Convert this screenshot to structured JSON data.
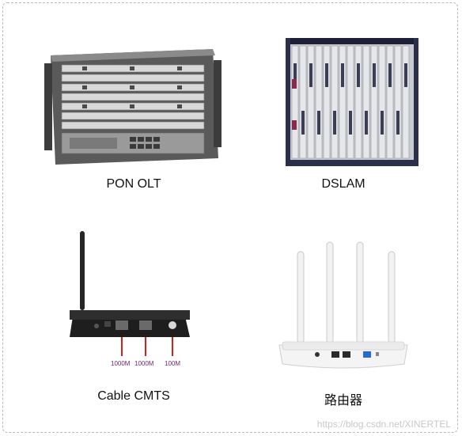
{
  "devices": [
    {
      "caption": "PON OLT",
      "icon": "olt-chassis-icon"
    },
    {
      "caption": "DSLAM",
      "icon": "dslam-chassis-icon"
    },
    {
      "caption": "Cable CMTS",
      "icon": "cable-modem-icon"
    },
    {
      "caption": "路由器",
      "icon": "wifi-router-icon"
    }
  ],
  "cmts_ports": {
    "port1": "1000M",
    "port2": "1000M",
    "port3": "100M"
  },
  "watermark": "https://blog.csdn.net/XINERTEL",
  "colors": {
    "frame_border": "#b8b8b8",
    "port_line": "#d02020",
    "port_label": "#6b2a6b"
  }
}
